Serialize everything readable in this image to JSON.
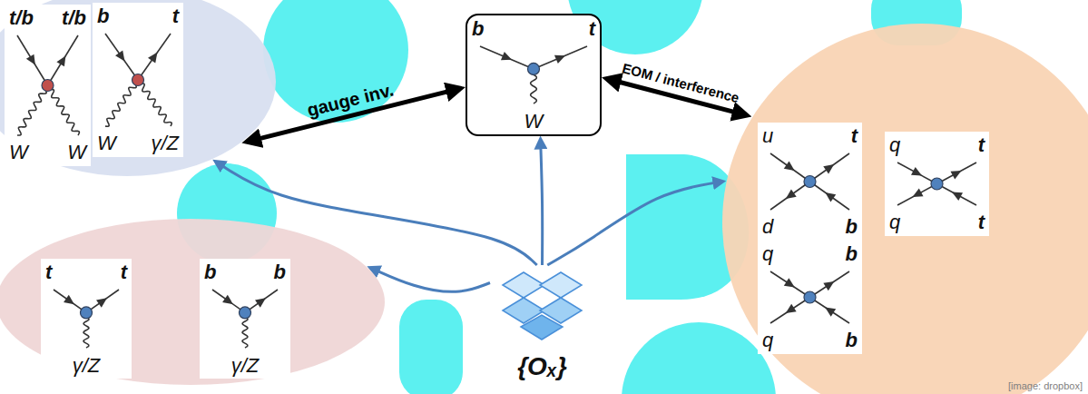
{
  "diagram": {
    "nodes": [
      {
        "text": []
      },
      {
        "text": [
          "t/b",
          "t/b",
          "W",
          "W"
        ],
        "in": 0
      },
      {
        "text": [
          "b",
          "t",
          "W",
          "γ/Z"
        ],
        "in": 0
      },
      {
        "text": [
          "b",
          "t",
          "W"
        ]
      },
      {
        "text": []
      },
      {
        "text": [
          "u",
          "t",
          "d",
          "b"
        ],
        "in": 4
      },
      {
        "text": [
          "q",
          "t",
          "q",
          "t"
        ],
        "in": 4
      },
      {
        "text": [
          "q",
          "b",
          "q",
          "b"
        ],
        "in": 4
      },
      {
        "text": []
      },
      {
        "text": [
          "t",
          "t",
          "γ/Z"
        ],
        "in": 8
      },
      {
        "text": [
          "b",
          "b",
          "γ/Z"
        ],
        "in": 8
      },
      {
        "text": [
          "{Oₓ}"
        ]
      }
    ],
    "edges": [
      {
        "from": 3,
        "to": 0,
        "arrow": "both",
        "label": "gauge inv."
      },
      {
        "from": 3,
        "to": 4,
        "arrow": "both",
        "label": "EOM / interference"
      },
      {
        "from": 11,
        "to": 0,
        "arrow": "to"
      },
      {
        "from": 11,
        "to": 3,
        "arrow": "to"
      },
      {
        "from": 11,
        "to": 8,
        "arrow": "to"
      },
      {
        "from": 11,
        "to": 4,
        "arrow": "to"
      }
    ],
    "labels": [
      "[image: dropbox]"
    ]
  }
}
